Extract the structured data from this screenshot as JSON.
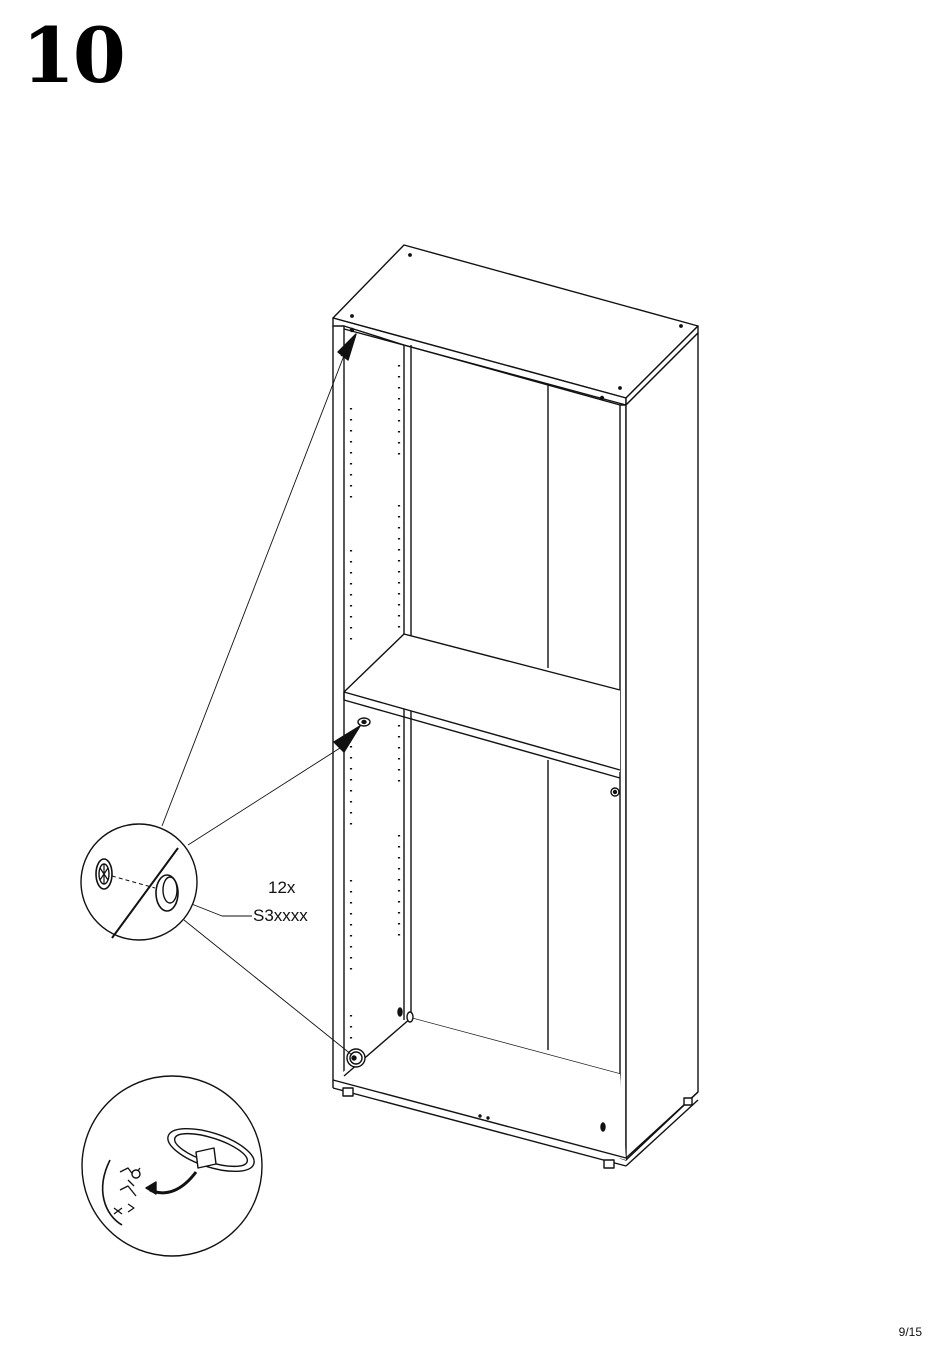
{
  "step": {
    "number": "10"
  },
  "callout": {
    "quantity": "12x",
    "part_code": "S3xxxx"
  },
  "footer": {
    "page": "9/15"
  }
}
